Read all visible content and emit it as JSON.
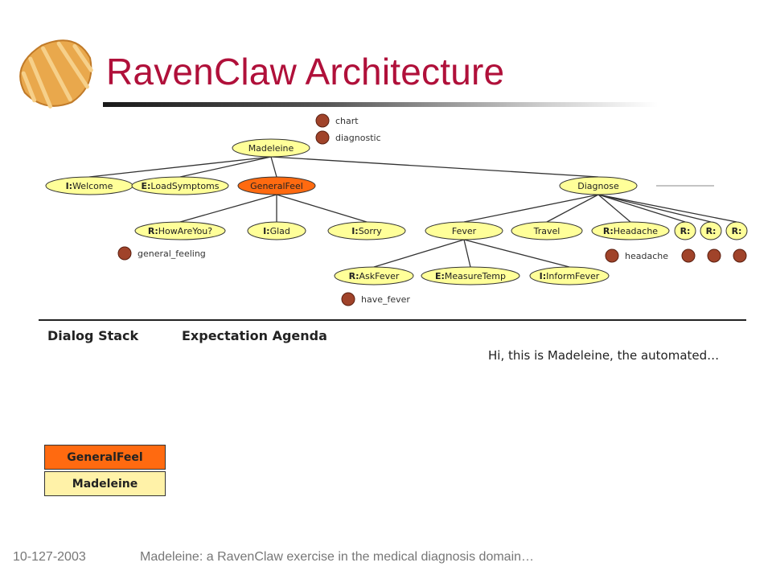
{
  "slide": {
    "title": "RavenClaw Architecture",
    "footer_date": "10-127-2003",
    "footer_caption": "Madeleine: a RavenClaw exercise in the medical diagnosis domain…"
  },
  "colors": {
    "title": "#b0103a",
    "node_fill": "#ffff99",
    "active_node_fill": "#ff6a10",
    "concept_dot": "#a0432a"
  },
  "tree": {
    "nodes": [
      {
        "id": "madeleine",
        "prefix": "",
        "name": "Madeleine",
        "active": false
      },
      {
        "id": "welcome",
        "prefix": "I:",
        "name": "Welcome",
        "active": false
      },
      {
        "id": "loadsymptoms",
        "prefix": "E:",
        "name": "LoadSymptoms",
        "active": false
      },
      {
        "id": "generalfeel",
        "prefix": "",
        "name": "GeneralFeel",
        "active": true
      },
      {
        "id": "diagnose",
        "prefix": "",
        "name": "Diagnose",
        "active": false
      },
      {
        "id": "howareyou",
        "prefix": "R:",
        "name": "HowAreYou?",
        "active": false
      },
      {
        "id": "glad",
        "prefix": "I:",
        "name": "Glad",
        "active": false
      },
      {
        "id": "sorry",
        "prefix": "I:",
        "name": "Sorry",
        "active": false
      },
      {
        "id": "fever",
        "prefix": "",
        "name": "Fever",
        "active": false
      },
      {
        "id": "travel",
        "prefix": "",
        "name": "Travel",
        "active": false
      },
      {
        "id": "headache",
        "prefix": "R:",
        "name": "Headache",
        "active": false
      },
      {
        "id": "r1",
        "prefix": "R:",
        "name": "",
        "active": false
      },
      {
        "id": "r2",
        "prefix": "R:",
        "name": "",
        "active": false
      },
      {
        "id": "r3",
        "prefix": "R:",
        "name": "",
        "active": false
      },
      {
        "id": "askfever",
        "prefix": "R:",
        "name": "AskFever",
        "active": false
      },
      {
        "id": "measuretemp",
        "prefix": "E:",
        "name": "MeasureTemp",
        "active": false
      },
      {
        "id": "informfever",
        "prefix": "I:",
        "name": "InformFever",
        "active": false
      }
    ],
    "edges": [
      [
        "madeleine",
        "welcome"
      ],
      [
        "madeleine",
        "loadsymptoms"
      ],
      [
        "madeleine",
        "generalfeel"
      ],
      [
        "madeleine",
        "diagnose"
      ],
      [
        "generalfeel",
        "howareyou"
      ],
      [
        "generalfeel",
        "glad"
      ],
      [
        "generalfeel",
        "sorry"
      ],
      [
        "diagnose",
        "fever"
      ],
      [
        "diagnose",
        "travel"
      ],
      [
        "diagnose",
        "headache"
      ],
      [
        "diagnose",
        "r1"
      ],
      [
        "diagnose",
        "r2"
      ],
      [
        "diagnose",
        "r3"
      ],
      [
        "fever",
        "askfever"
      ],
      [
        "fever",
        "measuretemp"
      ],
      [
        "fever",
        "informfever"
      ]
    ],
    "concepts": [
      {
        "id": "chart",
        "label": "chart"
      },
      {
        "id": "diagnostic",
        "label": "diagnostic"
      },
      {
        "id": "general_feeling",
        "label": "general_feeling"
      },
      {
        "id": "headache_concept",
        "label": "headache"
      },
      {
        "id": "have_fever",
        "label": "have_fever"
      },
      {
        "id": "r1_concept",
        "label": ""
      },
      {
        "id": "r2_concept",
        "label": ""
      },
      {
        "id": "r3_concept",
        "label": ""
      }
    ]
  },
  "panels": {
    "dialog_stack_label": "Dialog Stack",
    "expectation_agenda_label": "Expectation Agenda",
    "system_prompt": "Hi, this is Madeleine, the automated…"
  },
  "dialog_stack": {
    "top": "GeneralFeel",
    "bottom": "Madeleine"
  }
}
